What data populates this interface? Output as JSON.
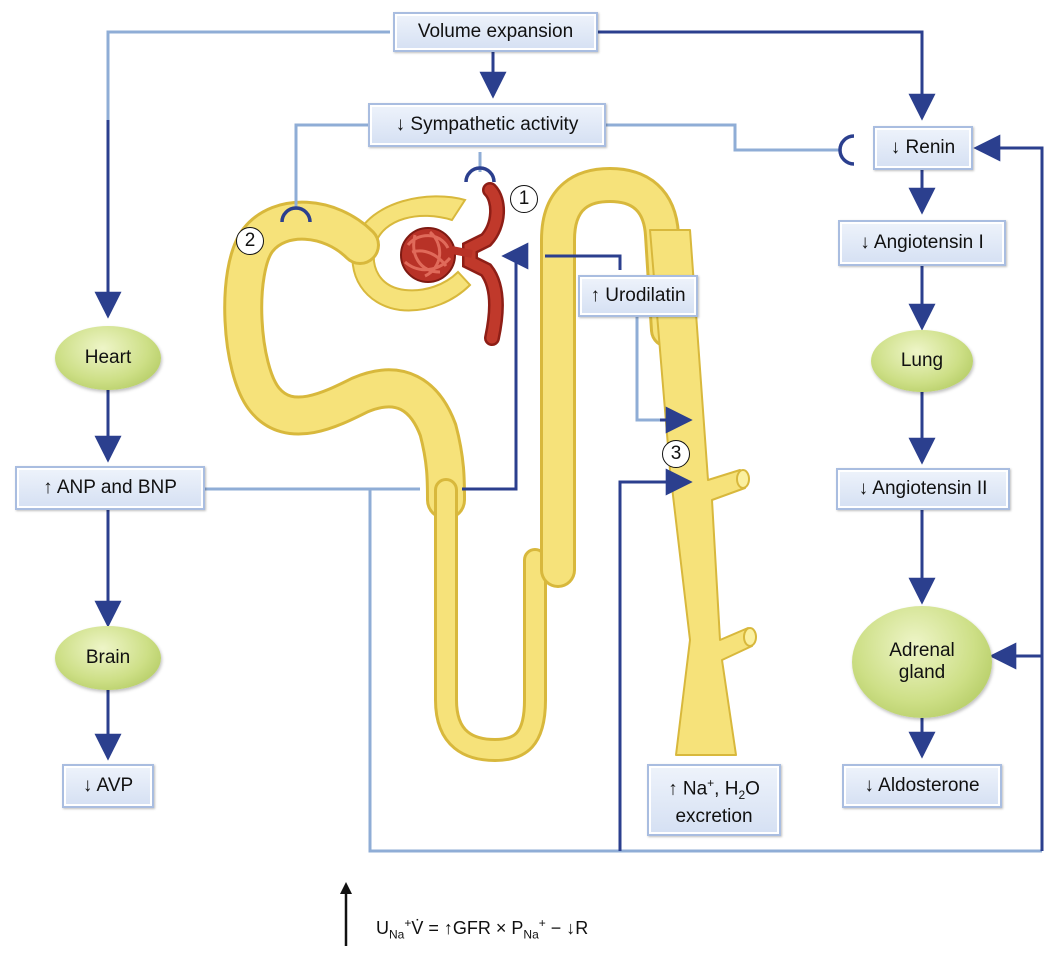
{
  "boxes": {
    "volume_expansion": "Volume expansion",
    "sympathetic": "↓ Sympathetic activity",
    "renin": "↓ Renin",
    "angiotensin1": "↓ Angiotensin I",
    "angiotensin2": "↓ Angiotensin II",
    "aldosterone": "↓ Aldosterone",
    "urodilatin": "↑ Urodilatin",
    "anp_bnp": "↑ ANP and  BNP",
    "avp": "↓ AVP",
    "excretion_line1": "↑ Na",
    "excretion_sup": "+",
    "excretion_comma": ", H",
    "excretion_sub": "2",
    "excretion_o": "O",
    "excretion_line2": "excretion"
  },
  "ovals": {
    "heart": "Heart",
    "brain": "Brain",
    "lung": "Lung",
    "adrenal_line1": "Adrenal",
    "adrenal_line2": "gland"
  },
  "markers": [
    "1",
    "2",
    "3"
  ],
  "equation": {
    "u": "U",
    "u_sub": "Na",
    "u_sup": "+",
    "vdot": "V̇ = ↑GFR × P",
    "p_sub": "Na",
    "p_sup": "+",
    "tail": " − ↓R"
  },
  "colors": {
    "dark_arrow": "#2b3f8e",
    "light_line": "#8fadd6",
    "tubule": "#f6e27a",
    "glomerulus": "#c0392b"
  }
}
